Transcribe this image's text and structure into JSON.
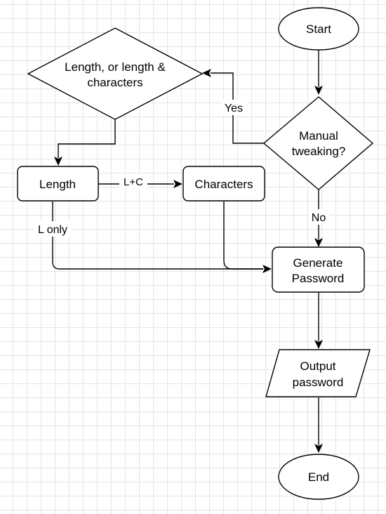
{
  "nodes": {
    "start": "Start",
    "manual_tweaking_line1": "Manual",
    "manual_tweaking_line2": "tweaking?",
    "length_choice_line1": "Length, or length &",
    "length_choice_line2": "characters",
    "length": "Length",
    "characters": "Characters",
    "generate_line1": "Generate",
    "generate_line2": "Password",
    "output_line1": "Output",
    "output_line2": "password",
    "end": "End"
  },
  "edge_labels": {
    "yes": "Yes",
    "no": "No",
    "length_to_characters": "L+C",
    "length_only": "L only"
  }
}
